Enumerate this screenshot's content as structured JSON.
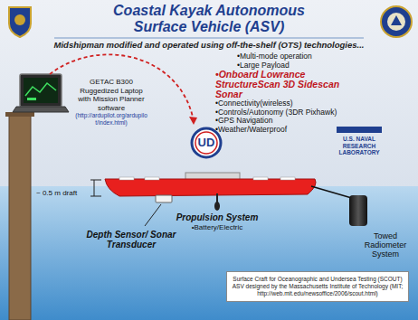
{
  "diagram": {
    "title": "Coastal Kayak Autonomous Surface Vehicle (ASV)",
    "nodes": [
      {
        "text": [
          "UD"
        ]
      },
      {
        "text": [
          "Surface Craft for Oceanographic and Undersea Testing (SCOUT) ASV designed by the Massachusetts Institute of Technology (MIT; http://web.mit.edu/newsoffice/2006/scout.html)"
        ]
      }
    ],
    "labels": [
      "Midshipman modified and operated using off-the-shelf (OTS) technologies...",
      "•Multi-mode operation",
      "•Large Payload",
      "•Onboard Lowrance StructureScan 3D Sidescan Sonar",
      "•Connectivity(wireless)",
      "•Controls/Autonomy (3DR Pixhawk)",
      "•GPS Navigation",
      "•Weather/Waterproof",
      "GETAC B300 Ruggedized Laptop with Mission Planner software",
      "(http://ardupilot.org/ardupilot/index.html)",
      "U.S. NAVAL RESEARCH LABORATORY",
      "~ 0.5 m draft",
      "Towed Radiometer System",
      "Depth Sensor/ Sonar Transducer",
      "Propulsion System",
      "•Battery/Electric"
    ]
  }
}
